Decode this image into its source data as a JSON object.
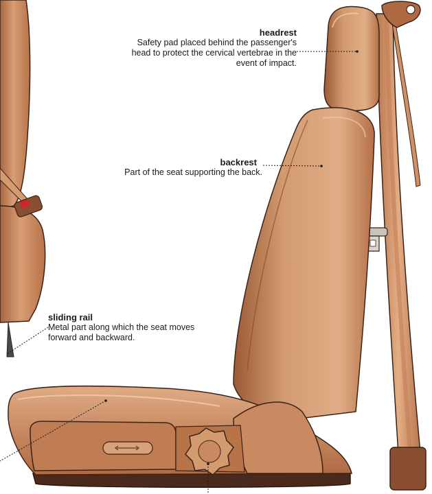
{
  "labels": {
    "headrest": {
      "term": "headrest",
      "description": "Safety pad placed behind the passenger's head to protect the cervical vertebrae in the event of impact."
    },
    "backrest": {
      "term": "backrest",
      "description": "Part of the seat supporting the back."
    },
    "sliding_rail": {
      "term": "sliding rail",
      "description": "Metal part along which the seat moves forward and backward."
    }
  },
  "colors": {
    "leather": "#c98a62",
    "leather_light": "#e2b08a",
    "leather_dark": "#8a4f32",
    "outline": "#3a2216",
    "belt": "#d49a70",
    "metal": "#c9c4bd",
    "base": "#4a2a1c"
  }
}
